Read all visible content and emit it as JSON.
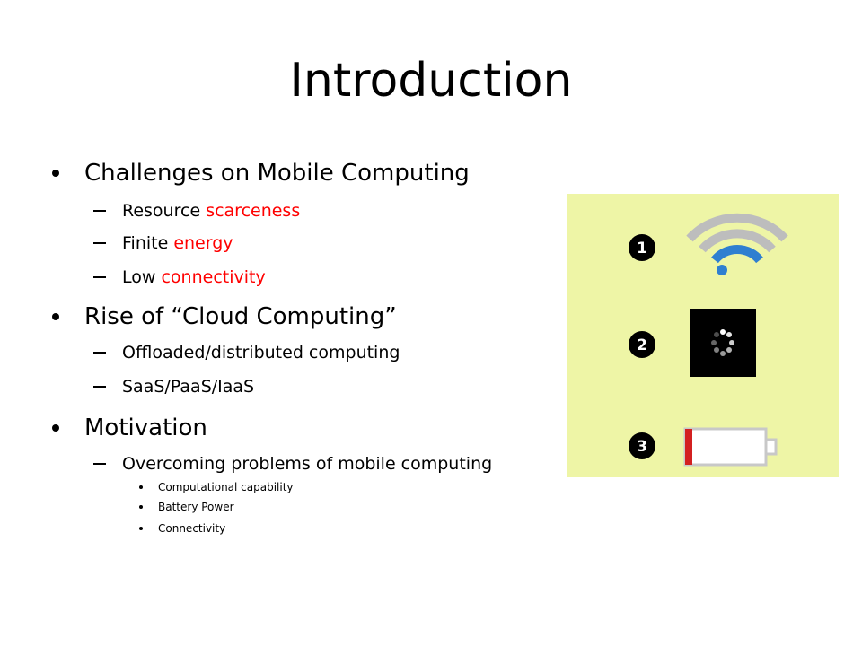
{
  "slide": {
    "title": "Introduction",
    "sections": [
      {
        "heading": "Challenges on Mobile Computing",
        "items": [
          {
            "plain": "Resource ",
            "highlight": "scarceness"
          },
          {
            "plain": "Finite ",
            "highlight": "energy"
          },
          {
            "plain": "Low ",
            "highlight": "connectivity"
          }
        ]
      },
      {
        "heading": "Rise of “Cloud Computing”",
        "items": [
          {
            "plain": "Offloaded/distributed computing"
          },
          {
            "plain": "SaaS/PaaS/IaaS"
          }
        ]
      },
      {
        "heading": "Motivation",
        "items": [
          {
            "plain": "Overcoming problems of mobile computing"
          }
        ],
        "subitems": [
          "Computational capability",
          "Battery Power",
          "Connectivity"
        ]
      }
    ],
    "figure": {
      "background": "#eef5a6",
      "markers": [
        "1",
        "2",
        "3"
      ],
      "icons": [
        "wifi-icon",
        "loading-spinner-icon",
        "low-battery-icon"
      ],
      "colors": {
        "wifi_grey": "#bdbdbd",
        "wifi_blue": "#2f7fd0",
        "battery_red": "#d32020",
        "highlight": "#ff0000"
      }
    }
  }
}
